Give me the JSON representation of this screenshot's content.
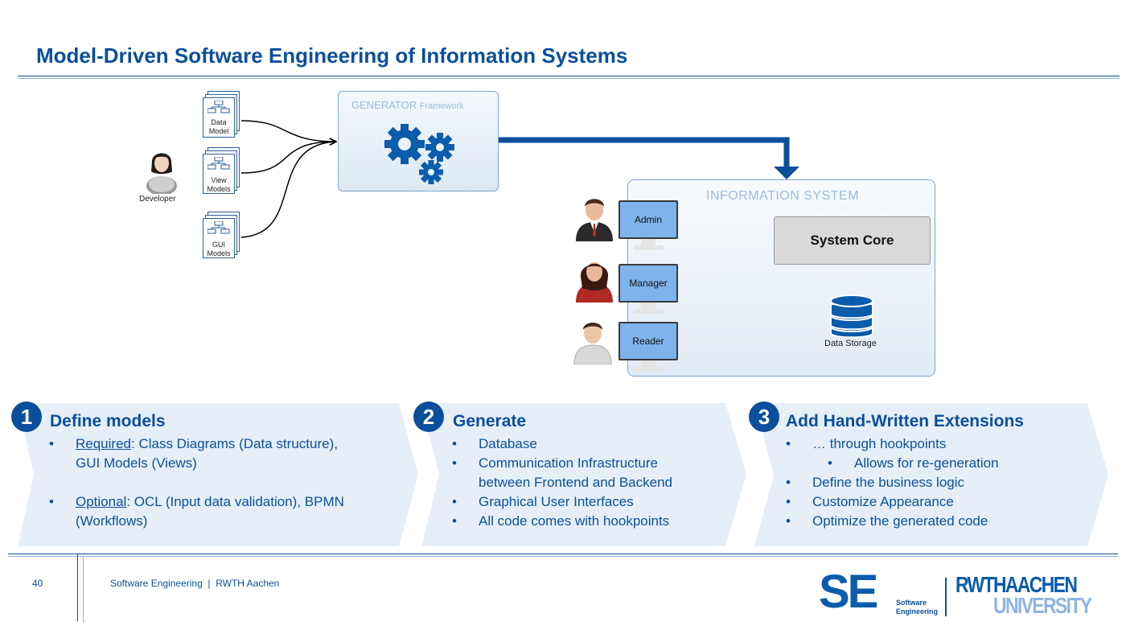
{
  "title": "Model-Driven Software Engineering of Information Systems",
  "diagram": {
    "developer_label": "Developer",
    "models": [
      {
        "label": "Data Model"
      },
      {
        "label": "View Models"
      },
      {
        "label": "GUI Models"
      }
    ],
    "generator": {
      "title": "GENERATOR",
      "subtitle": "Framework"
    },
    "info_system": {
      "title": "INFORMATION SYSTEM",
      "core": "System Core",
      "storage": "Data Storage",
      "roles": [
        "Admin",
        "Manager",
        "Reader"
      ]
    }
  },
  "steps": [
    {
      "number": "1",
      "title": "Define models",
      "bullets": [
        {
          "prefix": "Required",
          "text": ": Class Diagrams (Data structure),"
        },
        {
          "text": "GUI Models (Views)"
        },
        {
          "prefix": "Optional",
          "text": ": OCL (Input data validation), BPMN"
        },
        {
          "text": "(Workflows)"
        }
      ]
    },
    {
      "number": "2",
      "title": "Generate",
      "bullets": [
        {
          "text": "Database"
        },
        {
          "text": "Communication Infrastructure"
        },
        {
          "text": "between Frontend and Backend"
        },
        {
          "text": "Graphical User Interfaces"
        },
        {
          "text": "All code comes with hookpoints"
        }
      ]
    },
    {
      "number": "3",
      "title": "Add Hand-Written Extensions",
      "bullets": [
        {
          "text": "… through hookpoints"
        },
        {
          "text": "Allows for re-generation"
        },
        {
          "text": "Define the business logic"
        },
        {
          "text": "Customize Appearance"
        },
        {
          "text": "Optimize the generated code"
        }
      ]
    }
  ],
  "bullet_char": "•",
  "footer": {
    "page": "40",
    "text": "Software Engineering  |  RWTH Aachen",
    "logo_se": "SE",
    "logo_se_sub1": "Software",
    "logo_se_sub2": "Engineering",
    "logo_rwth1": "RWTHAACHEN",
    "logo_rwth2": "UNIVERSITY"
  },
  "colors": {
    "primary": "#0b4f9c",
    "panel": "#e6eff8",
    "screen": "#7fb3ec"
  }
}
